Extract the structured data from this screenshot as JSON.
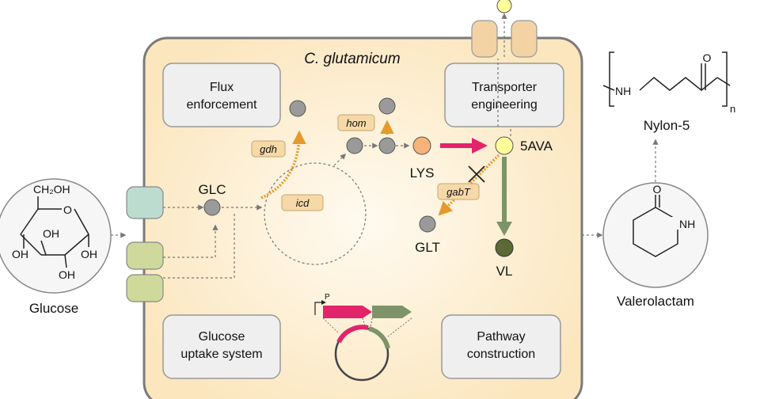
{
  "cell": {
    "title": "C. glutamicum",
    "boxes": {
      "flux": [
        "Flux",
        "enforcement"
      ],
      "transporter": [
        "Transporter",
        "engineering"
      ],
      "uptake": [
        "Glucose",
        "uptake system"
      ],
      "pathway": [
        "Pathway",
        "construction"
      ]
    }
  },
  "metabolites": {
    "glc": "GLC",
    "lys": "LYS",
    "ava": "5AVA",
    "glt": "GLT",
    "vl": "VL"
  },
  "enzymes": {
    "gdh": "gdh",
    "hom": "hom",
    "icd": "icd",
    "gabt": "gabT"
  },
  "plasmid": {
    "promoter": "P"
  },
  "outside": {
    "glucose": "Glucose",
    "valerolactam": "Valerolactam",
    "nylon": "Nylon-5"
  },
  "structures": {
    "glucose": {
      "ch2oh": "CH₂OH",
      "o": "O",
      "oh1": "OH",
      "oh2": "OH",
      "oh3": "OH",
      "oh4": "OH"
    },
    "lactam": {
      "o": "O",
      "nh": "NH"
    },
    "nylon": {
      "nh": "NH",
      "o": "O",
      "n": "n"
    }
  },
  "colors": {
    "cell_fill": "#fbeccb",
    "cell_stroke": "#7a7a7a",
    "box_fill": "#efefef",
    "enzyme_fill": "#f6d9a8",
    "pink": "#e2246b",
    "green_arrow": "#7e9468",
    "orange": "#e49b2c",
    "lys_fill": "#f7b37a",
    "ava_fill": "#ffff99",
    "vl_fill": "#5b6a34",
    "transporter_teal": "#bcdcd0",
    "transporter_green": "#cfd99c",
    "transporter_top": "#f3d3a4"
  }
}
